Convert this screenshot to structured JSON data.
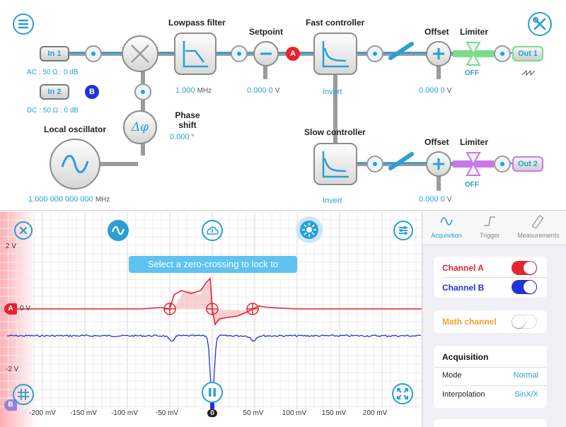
{
  "diagram": {
    "inputs": {
      "in1": {
        "label": "In 1",
        "info": "AC : 50 Ω : 0 dB"
      },
      "in2": {
        "label": "In 2",
        "info": "DC : 50 Ω : 0 dB",
        "badge": "B"
      }
    },
    "lowpass": {
      "title": "Lowpass filter",
      "value": "1.000",
      "unit": "MHz"
    },
    "setpoint": {
      "title": "Setpoint",
      "value": "0.000 0",
      "unit": "V",
      "badge": "A"
    },
    "fast_controller": {
      "title": "Fast controller",
      "invert": "Invert"
    },
    "slow_controller": {
      "title": "Slow controller",
      "invert": "Invert"
    },
    "offset1": {
      "title": "Offset",
      "value": "0.000 0",
      "unit": "V"
    },
    "offset2": {
      "title": "Offset",
      "value": "0.000 0",
      "unit": "V"
    },
    "limiter1": {
      "title": "Limiter",
      "state": "OFF"
    },
    "limiter2": {
      "title": "Limiter",
      "state": "OFF"
    },
    "out1": {
      "label": "Out 1"
    },
    "out2": {
      "label": "Out 2"
    },
    "phase_shift": {
      "title": "Phase shift",
      "value": "0.000",
      "unit": "°"
    },
    "local_oscillator": {
      "title": "Local oscillator",
      "value": "1.000 000 000 000",
      "unit": "MHz"
    }
  },
  "scope": {
    "banner": "Select a zero-crossing to lock to",
    "y_top": "2 V",
    "y_bottom": "-2 V",
    "chA_marker": "A",
    "chA_level": "0 V",
    "chB_marker": "B",
    "x_ticks": [
      "-200 mV",
      "-150 mV",
      "-100 mV",
      "-50 mV",
      "0",
      "50 mV",
      "100 mV",
      "150 mV",
      "200 mV"
    ],
    "colors": {
      "channel_a": "#e8232f",
      "channel_b": "#2431d6",
      "accent": "#2a9fd6"
    }
  },
  "sidebar": {
    "tabs": [
      {
        "label": "Acquisition",
        "active": true
      },
      {
        "label": "Trigger",
        "active": false
      },
      {
        "label": "Measurements",
        "active": false
      }
    ],
    "channel_a": {
      "label": "Channel A",
      "on": true
    },
    "channel_b": {
      "label": "Channel B",
      "on": true
    },
    "math": {
      "label": "Math channel",
      "on": false
    },
    "acquisition": {
      "title": "Acquisition",
      "rows": [
        {
          "label": "Mode",
          "value": "Normal"
        },
        {
          "label": "Interpolation",
          "value": "SinX/X"
        }
      ]
    }
  }
}
